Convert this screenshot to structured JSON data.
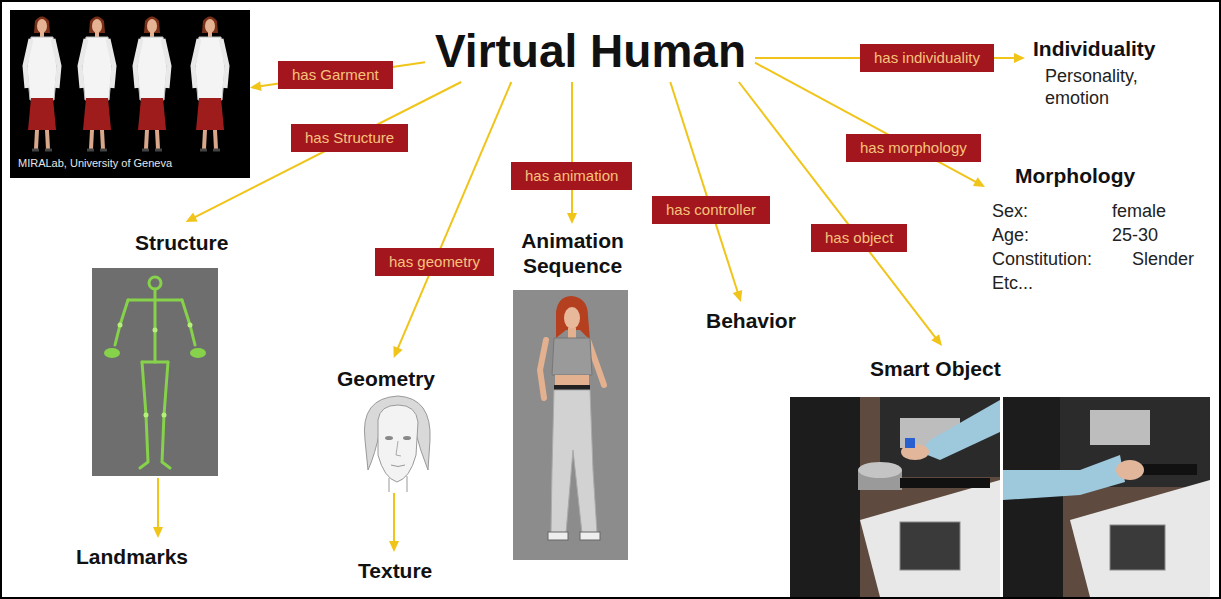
{
  "diagram": {
    "nodes": [
      {
        "text": [
          "Virtual Human"
        ]
      },
      {
        "text": [
          "MIRALab, University of Geneva"
        ]
      },
      {
        "text": [
          "Structure"
        ]
      },
      {
        "text": [
          "Landmarks"
        ]
      },
      {
        "text": [
          "Geometry"
        ]
      },
      {
        "text": [
          "Texture"
        ]
      },
      {
        "text": [
          "Animation Sequence"
        ]
      },
      {
        "text": [
          "Behavior"
        ]
      },
      {
        "text": [
          "Smart Object"
        ]
      },
      {
        "text": [
          "Morphology"
        ]
      },
      {
        "text": [
          "Individuality",
          "Personality, emotion"
        ]
      }
    ],
    "edges": [
      {
        "from": 0,
        "to": 1,
        "label": "has Garment",
        "arrow": "to"
      },
      {
        "from": 0,
        "to": 2,
        "label": "has Structure",
        "arrow": "to"
      },
      {
        "from": 0,
        "to": 4,
        "label": "has geometry",
        "arrow": "to"
      },
      {
        "from": 0,
        "to": 6,
        "label": "has animation",
        "arrow": "to"
      },
      {
        "from": 0,
        "to": 7,
        "label": "has controller",
        "arrow": "to"
      },
      {
        "from": 0,
        "to": 8,
        "label": "has object",
        "arrow": "to"
      },
      {
        "from": 0,
        "to": 9,
        "label": "has morphology",
        "arrow": "to"
      },
      {
        "from": 0,
        "to": 10,
        "label": "has individuality",
        "arrow": "to"
      },
      {
        "from": 2,
        "to": 3,
        "arrow": "to"
      },
      {
        "from": 4,
        "to": 5,
        "arrow": "to"
      }
    ],
    "labels": [
      "Sex:",
      "female",
      "Age:",
      "25-30",
      "Constitution:",
      "Slender",
      "Etc..."
    ]
  }
}
